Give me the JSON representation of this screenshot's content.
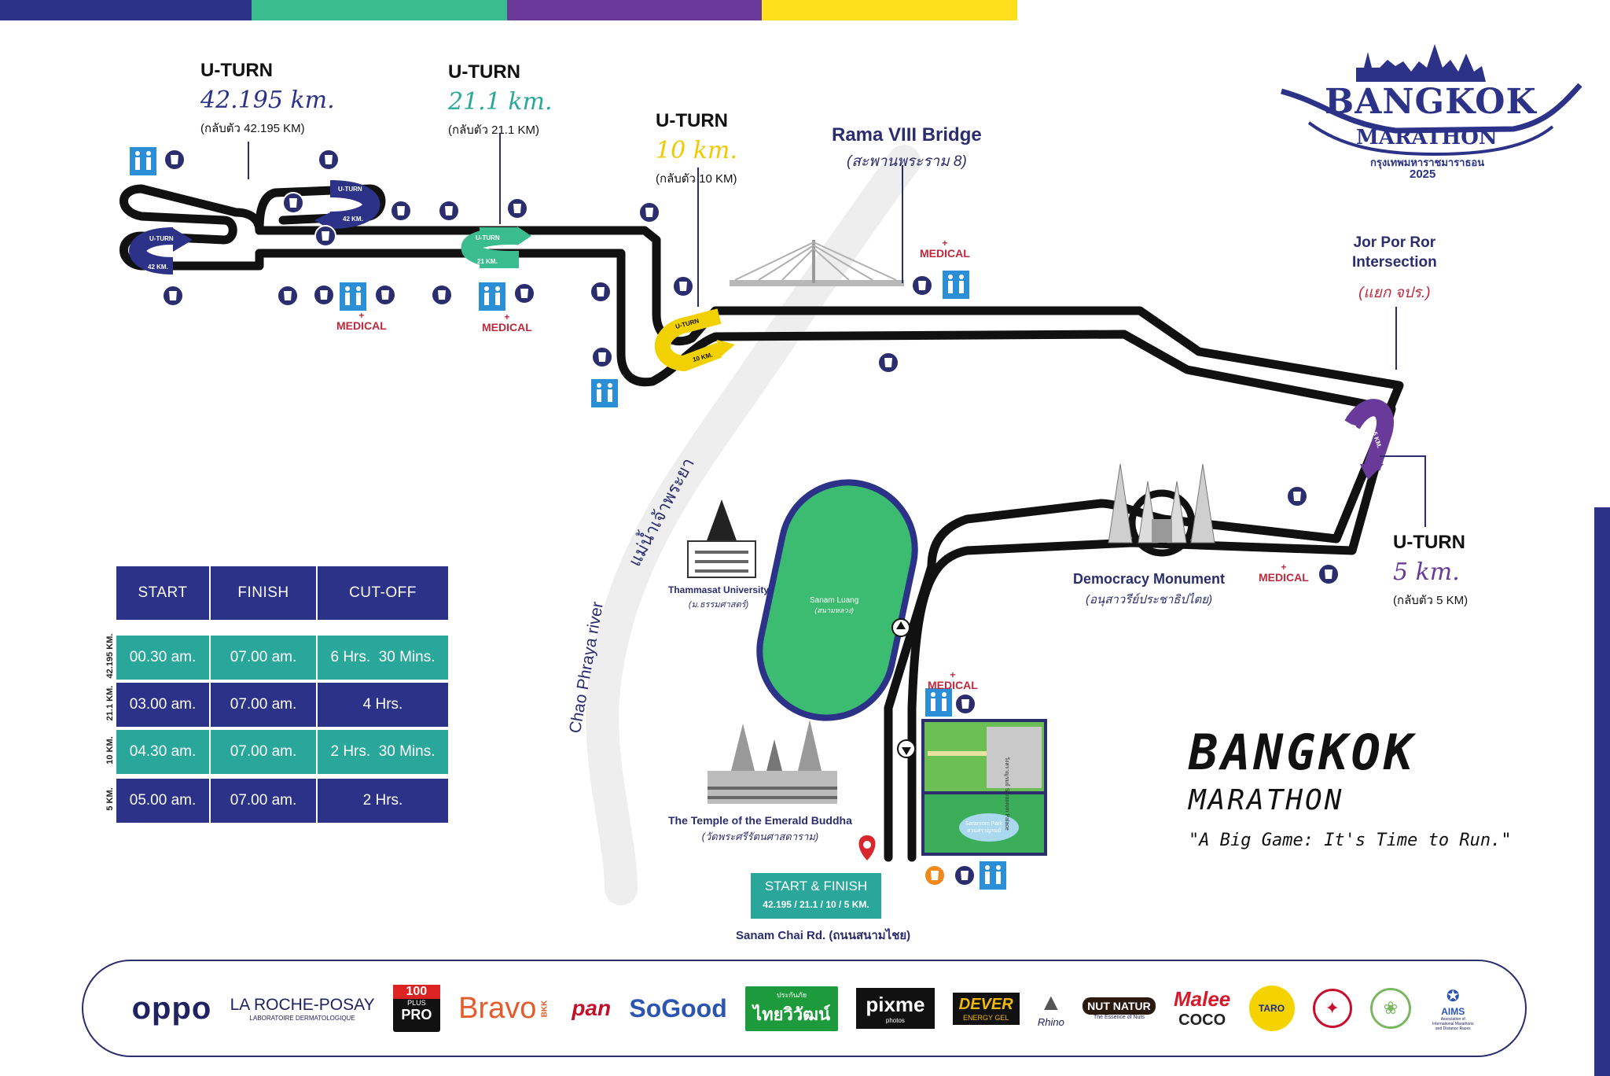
{
  "header": {
    "color_bands": [
      "#2b3288",
      "#3bbc8f",
      "#6a3a9b",
      "#ffe01a"
    ]
  },
  "logo": {
    "title": "BANGKOK",
    "subtitle": "MARATHON",
    "thai": "กรุงเทพมหาราชมาราธอน",
    "year": "2025"
  },
  "uturns": {
    "full": {
      "title": "U-TURN",
      "distance": "42.195 km.",
      "sub": "(กลับตัว 42.195 KM)",
      "color": "#2b3288"
    },
    "half": {
      "title": "U-TURN",
      "distance": "21.1 km.",
      "sub": "(กลับตัว 21.1 KM)",
      "color": "#2aa79b"
    },
    "ten": {
      "title": "U-TURN",
      "distance": "10 km.",
      "sub": "(กลับตัว 10 KM)",
      "color": "#f2d100"
    },
    "five": {
      "title": "U-TURN",
      "distance": "5 km.",
      "sub": "(กลับตัว 5 KM)",
      "color": "#6a3a9b"
    }
  },
  "route_markers": {
    "uturn": "U-TURN",
    "k42": "42 KM.",
    "k21": "21 KM.",
    "k10": "10 KM.",
    "k5": "5 KM."
  },
  "places": {
    "bridge": {
      "name": "Rama VIII Bridge",
      "thai": "(สะพานพระราม 8)"
    },
    "jpr": {
      "name_line1": "Jor Por Ror",
      "name_line2": "Intersection",
      "thai": "(แยก จปร.)"
    },
    "democracy": {
      "name": "Democracy Monument",
      "thai": "(อนุสาวรีย์ประชาธิปไตย)"
    },
    "thammasat": {
      "name": "Thammasat University",
      "thai": "(ม.ธรรมศาสตร์)"
    },
    "sanam_luang": {
      "name": "Sanam Luang",
      "thai": "(สนามหลวง)"
    },
    "emerald": {
      "name": "The Temple of the Emerald Buddha",
      "thai": "(วัดพระศรีรัตนศาสดาราม)"
    },
    "saranrom_palace": {
      "name": "วังสราญรมย์",
      "en": "Saranrom Palace"
    },
    "saranrom_park": {
      "name": "Saranrom Park",
      "thai": "สวนสราญรมย์"
    },
    "river_en": "Chao Phraya river",
    "river_th": "แม่น้ำเจ้าพระยา",
    "road": "Sanam Chai Rd. (ถนนสนามไชย)"
  },
  "medical_label": "MEDICAL",
  "start_finish": {
    "title": "START & FINISH",
    "distances": "42.195 / 21.1 / 10 / 5 KM."
  },
  "cutoff_table": {
    "headers": [
      "START",
      "FINISH",
      "CUT-OFF"
    ],
    "rows": [
      {
        "race": "42.195 KM.",
        "start": "00.30 am.",
        "finish": "07.00 am.",
        "cutoff": "6 Hrs.  30 Mins."
      },
      {
        "race": "21.1 KM.",
        "start": "03.00 am.",
        "finish": "07.00 am.",
        "cutoff": "4 Hrs."
      },
      {
        "race": "10 KM.",
        "start": "04.30 am.",
        "finish": "07.00 am.",
        "cutoff": "2 Hrs.  30 Mins."
      },
      {
        "race": "5 KM.",
        "start": "05.00 am.",
        "finish": "07.00 am.",
        "cutoff": "2 Hrs."
      }
    ]
  },
  "brand": {
    "line1": "BANGKOK",
    "line2": "MARATHON",
    "tagline": "\"A Big Game: It's Time to Run.\""
  },
  "sponsors": {
    "oppo": "oppo",
    "laroche": "LA ROCHE-POSAY",
    "laroche_sub": "LABORATOIRE DERMATOLOGIQUE",
    "plus100_a": "100",
    "plus100_b": "PLUS",
    "plus100_c": "PRO",
    "bravo": "Bravo",
    "bravo_sup": "BKK",
    "pan": "pan",
    "sogood": "SoGood",
    "thaivivat_sub": "ประกันภัย",
    "thaivivat": "ไทยวิวัฒน์",
    "pixme": "pixme",
    "pixme_sub": "photos",
    "dever": "DEVER",
    "dever_sub": "ENERGY GEL",
    "rhino": "Rhino",
    "nutnatur": "NUT NATUR",
    "nutnatur_sub": "The Essence of Nuts",
    "malee": "Malee",
    "malee_sub": "COCO",
    "taro": "TARO",
    "aims": "AIMS",
    "aims_sub": "Association of International Marathons and Distance Races"
  }
}
